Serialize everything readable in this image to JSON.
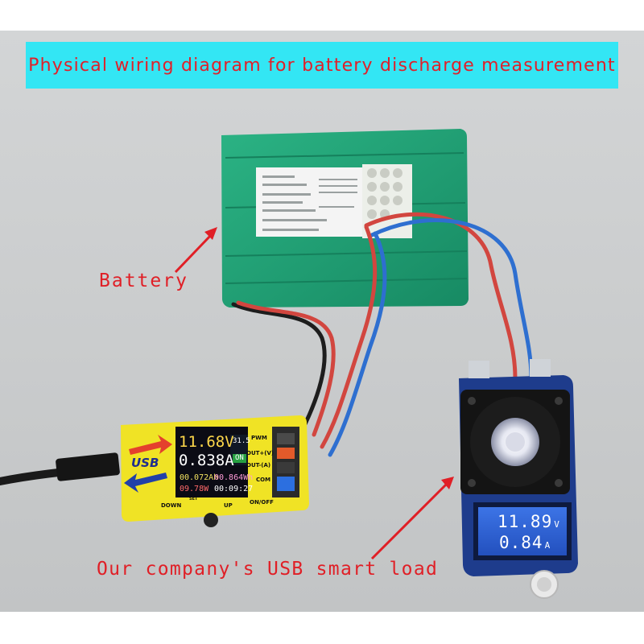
{
  "banner": {
    "text": "Physical wiring diagram for battery discharge measurement"
  },
  "callouts": {
    "battery": "Battery",
    "usb_load": "Our company's USB smart load"
  },
  "meter_display": {
    "voltage": "11.68V",
    "current": "0.838A",
    "capacity": "00.072Ah",
    "energy": "00.864Wh",
    "power": "09.78W",
    "time": "00:09:27",
    "temperature": "31.5",
    "state": "ON"
  },
  "meter_labels": {
    "logo": "USB",
    "pwm": "PWM",
    "out_v": "OUT+(V)",
    "out_a": "OUT-(A)",
    "com": "COM",
    "down": "DOWN",
    "set": "SET",
    "up": "UP",
    "onoff": "ON/OFF"
  },
  "load_display": {
    "voltage": "11.89",
    "voltage_unit": "V",
    "current": "0.84",
    "current_unit": "A"
  },
  "colors": {
    "banner_bg": "#33e6f4",
    "callout_red": "#e01f26",
    "battery_green": "#1f9e72",
    "meter_yellow": "#f0e325",
    "load_lcd_blue": "#2b5fd0"
  }
}
